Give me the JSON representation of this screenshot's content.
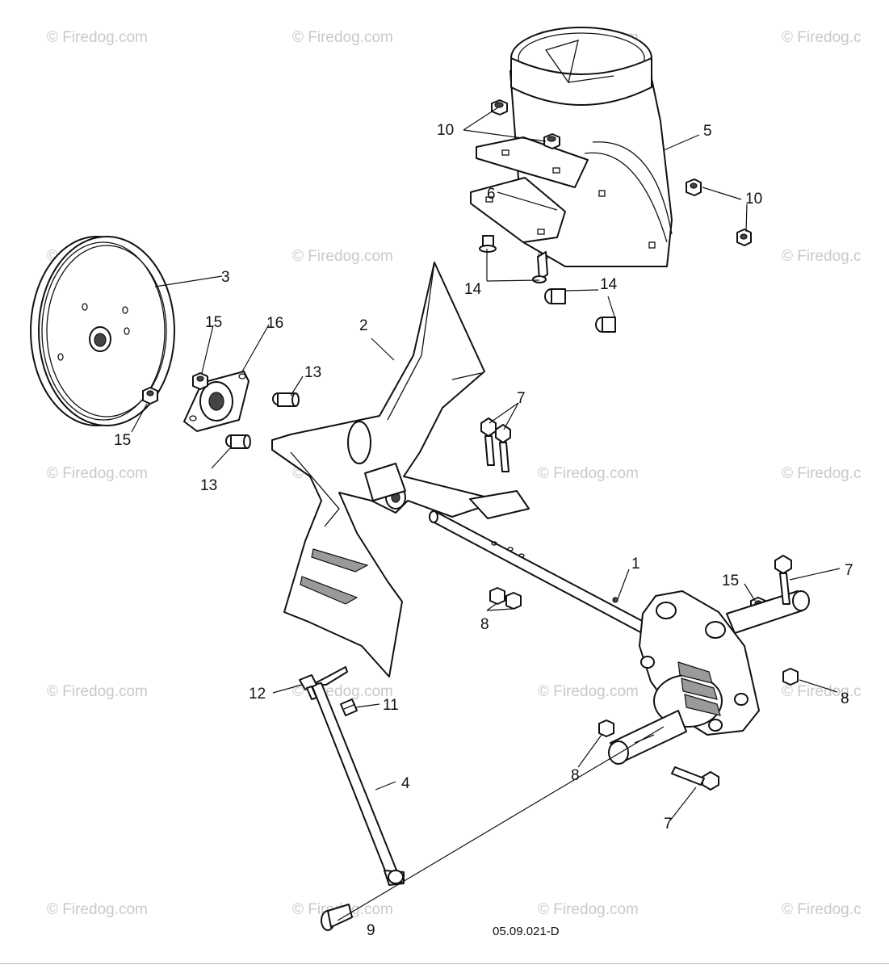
{
  "diagram": {
    "watermark_text": "© Firedog.com",
    "watermark_text_cut": "© Firedog.c",
    "figure_code": "05.09.021-D",
    "callouts": {
      "c1": "1",
      "c2": "2",
      "c3": "3",
      "c4": "4",
      "c5": "5",
      "c6": "6",
      "c7": "7",
      "c8": "8",
      "c9": "9",
      "c10": "10",
      "c11": "11",
      "c12": "12",
      "c13": "13",
      "c14": "14",
      "c15": "15",
      "c16": "16"
    }
  }
}
